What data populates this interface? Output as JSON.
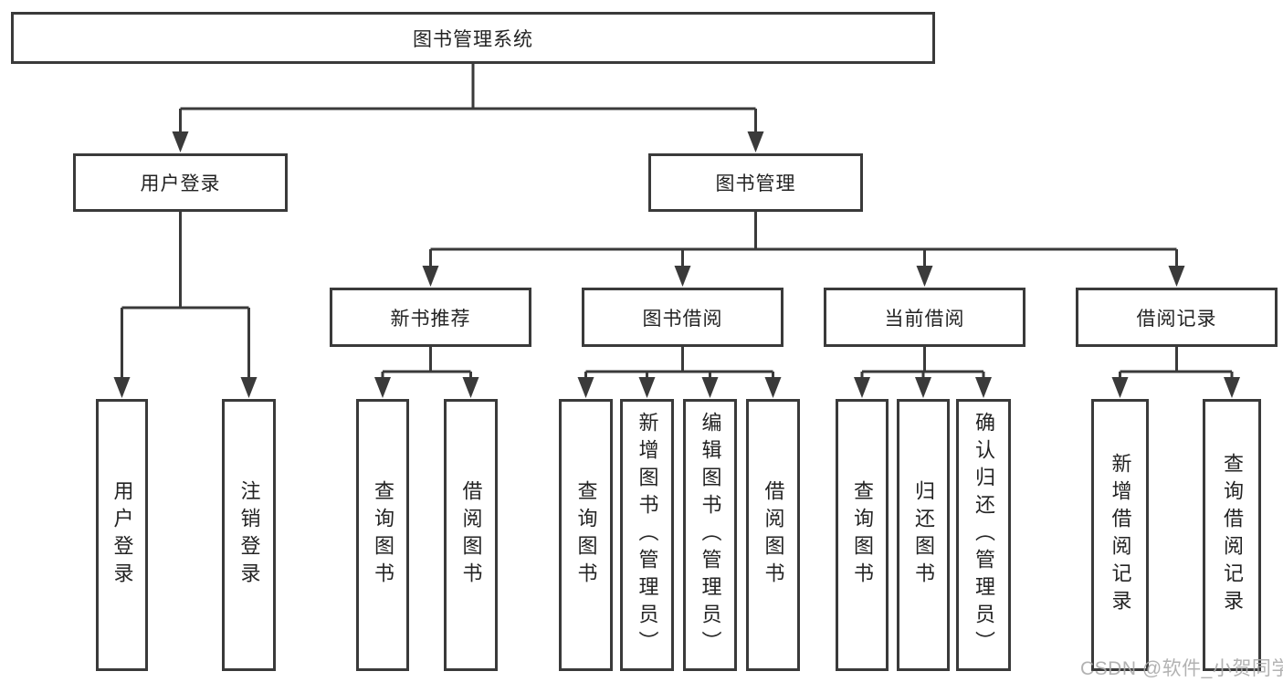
{
  "colors": {
    "line": "#3a3a3a",
    "box_border": "#3a3a3a",
    "text": "#232323",
    "watermark": "#aaaaaa",
    "background": "#ffffff"
  },
  "diagram": {
    "root": {
      "label": "图书管理系统"
    },
    "branches": [
      {
        "label": "用户登录",
        "children": [
          {
            "label": "用户登录"
          },
          {
            "label": "注销登录"
          }
        ]
      },
      {
        "label": "图书管理",
        "children": [
          {
            "label": "新书推荐",
            "children": [
              {
                "label": "查询图书"
              },
              {
                "label": "借阅图书"
              }
            ]
          },
          {
            "label": "图书借阅",
            "children": [
              {
                "label": "查询图书"
              },
              {
                "label": "新增图书（管理员）"
              },
              {
                "label": "编辑图书（管理员）"
              },
              {
                "label": "借阅图书"
              }
            ]
          },
          {
            "label": "当前借阅",
            "children": [
              {
                "label": "查询图书"
              },
              {
                "label": "归还图书"
              },
              {
                "label": "确认归还（管理员）"
              }
            ]
          },
          {
            "label": "借阅记录",
            "children": [
              {
                "label": "新增借阅记录"
              },
              {
                "label": "查询借阅记录"
              }
            ]
          }
        ]
      }
    ]
  },
  "watermark": {
    "text": "CSDN @软件_小贺同学"
  }
}
